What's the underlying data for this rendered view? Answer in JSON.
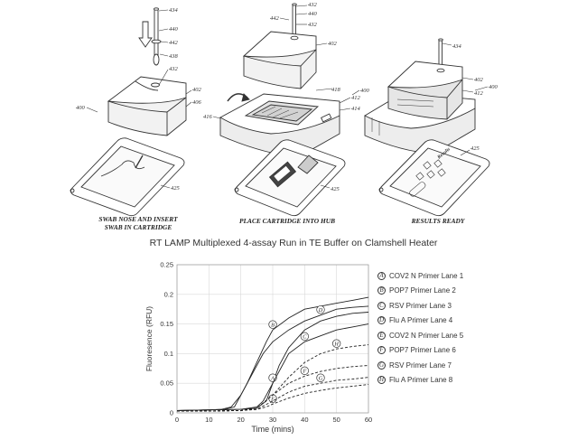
{
  "figure": {
    "refs": {
      "r434a": "434",
      "r440a": "440",
      "r442a": "442",
      "r438": "438",
      "r432a": "432",
      "r402a": "402",
      "r406": "406",
      "r400a": "400",
      "r425a": "425",
      "r432b": "432",
      "r440b": "440",
      "r442b": "442",
      "r432c": "432",
      "r402b": "402",
      "r418": "418",
      "r412a": "412",
      "r414": "414",
      "r400b": "400",
      "r416": "416",
      "r425b": "425",
      "r434c": "434",
      "r402c": "402",
      "r412c": "412",
      "r400c": "400",
      "r425c": "425"
    },
    "captions": {
      "swab_line1": "SWAB NOSE AND INSERT",
      "swab_line2": "SWAB IN CARTRIDGE",
      "hub": "PLACE CARTRIDGE INTO HUB",
      "results": "RESULTS READY"
    },
    "phone_screen_text": "Results"
  },
  "chart_data": {
    "type": "line",
    "title": "RT LAMP Multiplexed 4-assay Run in TE Buffer on Clamshell Heater",
    "xlabel": "Time (mins)",
    "ylabel": "Fluoresence (RFU)",
    "xlim": [
      0,
      60
    ],
    "ylim": [
      0,
      0.25
    ],
    "xticks": [
      "0",
      "10",
      "20",
      "30",
      "40",
      "50",
      "60"
    ],
    "yticks": [
      "0",
      "0.05",
      "0.1",
      "0.15",
      "0.2",
      "0.25"
    ],
    "grid": true,
    "legend_position": "right",
    "series": [
      {
        "letter": "A",
        "name": "COV2 N Primer Lane 1",
        "dashed": false,
        "x": [
          0,
          10,
          20,
          25,
          28,
          30,
          32,
          35,
          40,
          45,
          50,
          55,
          60
        ],
        "y": [
          0.004,
          0.005,
          0.006,
          0.008,
          0.02,
          0.05,
          0.08,
          0.11,
          0.14,
          0.155,
          0.163,
          0.168,
          0.17
        ]
      },
      {
        "letter": "B",
        "name": "POP7 Primer Lane 2",
        "dashed": false,
        "x": [
          0,
          10,
          14,
          17,
          20,
          22,
          25,
          28,
          30,
          35,
          40,
          45,
          50,
          55,
          60
        ],
        "y": [
          0.004,
          0.005,
          0.006,
          0.01,
          0.03,
          0.05,
          0.085,
          0.12,
          0.14,
          0.16,
          0.175,
          0.18,
          0.185,
          0.19,
          0.195
        ]
      },
      {
        "letter": "C",
        "name": "RSV Primer Lane 3",
        "dashed": false,
        "x": [
          0,
          10,
          20,
          25,
          27,
          30,
          33,
          35,
          40,
          45,
          50,
          55,
          60
        ],
        "y": [
          0.004,
          0.005,
          0.006,
          0.01,
          0.02,
          0.05,
          0.08,
          0.1,
          0.12,
          0.13,
          0.14,
          0.145,
          0.15
        ]
      },
      {
        "letter": "D",
        "name": "Flu A Primer Lane 4",
        "dashed": false,
        "x": [
          0,
          10,
          15,
          18,
          21,
          24,
          27,
          30,
          35,
          40,
          45,
          50,
          55,
          60
        ],
        "y": [
          0.004,
          0.005,
          0.006,
          0.01,
          0.04,
          0.07,
          0.1,
          0.12,
          0.14,
          0.155,
          0.165,
          0.175,
          0.178,
          0.18
        ]
      },
      {
        "letter": "E",
        "name": "COV2 N Primer Lane 5",
        "dashed": true,
        "x": [
          0,
          10,
          20,
          25,
          28,
          30,
          35,
          40,
          45,
          50,
          55,
          60
        ],
        "y": [
          0.003,
          0.003,
          0.004,
          0.006,
          0.01,
          0.015,
          0.025,
          0.033,
          0.038,
          0.042,
          0.045,
          0.048
        ]
      },
      {
        "letter": "F",
        "name": "POP7 Primer Lane 6",
        "dashed": true,
        "x": [
          0,
          10,
          20,
          25,
          30,
          35,
          40,
          45,
          50,
          55,
          60
        ],
        "y": [
          0.003,
          0.003,
          0.004,
          0.008,
          0.03,
          0.05,
          0.062,
          0.07,
          0.075,
          0.078,
          0.08
        ]
      },
      {
        "letter": "G",
        "name": "RSV Primer Lane 7",
        "dashed": true,
        "x": [
          0,
          10,
          20,
          25,
          30,
          35,
          40,
          45,
          50,
          55,
          60
        ],
        "y": [
          0.003,
          0.003,
          0.004,
          0.006,
          0.02,
          0.035,
          0.045,
          0.05,
          0.055,
          0.057,
          0.06
        ]
      },
      {
        "letter": "H",
        "name": "Flu A Primer Lane 8",
        "dashed": true,
        "x": [
          0,
          10,
          20,
          25,
          30,
          35,
          40,
          45,
          50,
          55,
          60
        ],
        "y": [
          0.003,
          0.003,
          0.004,
          0.008,
          0.03,
          0.06,
          0.085,
          0.1,
          0.108,
          0.112,
          0.115
        ]
      }
    ]
  }
}
